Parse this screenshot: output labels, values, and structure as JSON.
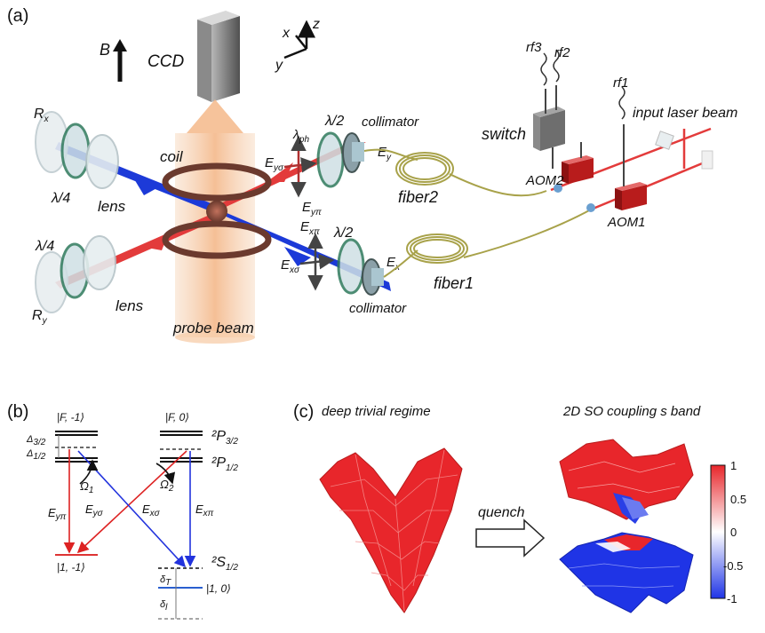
{
  "panels": {
    "a": "(a)",
    "b": "(b)",
    "c": "(c)"
  },
  "panel_a": {
    "field": "B",
    "camera": "CCD",
    "axes": {
      "x": "x",
      "y": "y",
      "z": "z"
    },
    "mirror_x": "R",
    "mirror_x_sub": "x",
    "mirror_y": "R",
    "mirror_y_sub": "y",
    "qwp_top": "λ/4",
    "qwp_bottom": "λ/4",
    "lens_top": "lens",
    "lens_bottom": "lens",
    "coil": "coil",
    "probe": "probe beam",
    "lambda_ph": "λ",
    "lambda_ph_sub": "ph",
    "hwp_top": "λ/2",
    "hwp_bottom": "λ/2",
    "coll_top": "collimator",
    "coll_bottom": "collimator",
    "e_ysigma": "E",
    "e_ysigma_sub": "yσ",
    "e_ypi": "E",
    "e_ypi_sub": "yπ",
    "e_xpi": "E",
    "e_xpi_sub": "xπ",
    "e_xsigma": "E",
    "e_xsigma_sub": "xσ",
    "e_y": "E",
    "e_y_sub": "y",
    "e_x": "E",
    "e_x_sub": "x",
    "fiber2": "fiber2",
    "fiber1": "fiber1",
    "switch": "switch",
    "rf3": "rf3",
    "rf2": "rf2",
    "rf1": "rf1",
    "input": "input laser beam",
    "aom2": "AOM2",
    "aom1": "AOM1"
  },
  "panel_b": {
    "f_m1": "|F, -1⟩",
    "f_0": "|F, 0⟩",
    "p32": "²P",
    "p32_sub": "3/2",
    "p12": "²P",
    "p12_sub": "1/2",
    "s12": "²S",
    "s12_sub": "1/2",
    "delta32": "Δ",
    "delta32_sub": "3/2",
    "delta12": "Δ",
    "delta12_sub": "1/2",
    "omega1": "Ω",
    "omega1_sub": "1",
    "omega2": "Ω",
    "omega2_sub": "2",
    "ket_1m1": "|1, -1⟩",
    "ket_10": "|1, 0⟩",
    "e_ypi": "E",
    "e_ypi_sub": "yπ",
    "e_ysigma": "E",
    "e_ysigma_sub": "yσ",
    "e_xsigma": "E",
    "e_xsigma_sub": "xσ",
    "e_xpi": "E",
    "e_xpi_sub": "xπ",
    "delta_t": "δ",
    "delta_t_sub": "T",
    "delta_l": "δ",
    "delta_l_sub": "l"
  },
  "panel_c": {
    "left_title": "deep trivial regime",
    "right_title": "2D SO coupling s band",
    "arrow": "quench",
    "colorbar_ticks": [
      "1",
      "0.5",
      "0",
      "-0.5",
      "-1"
    ],
    "colors": {
      "red": "#e8262b",
      "blue": "#1f34e6",
      "white": "#ffffff"
    }
  },
  "colors": {
    "red_beam": "#e33b3b",
    "blue_beam": "#1c3ad8",
    "coil": "#6b3a2e",
    "fiber": "#a8a24a",
    "probe": "#f6c29a"
  }
}
